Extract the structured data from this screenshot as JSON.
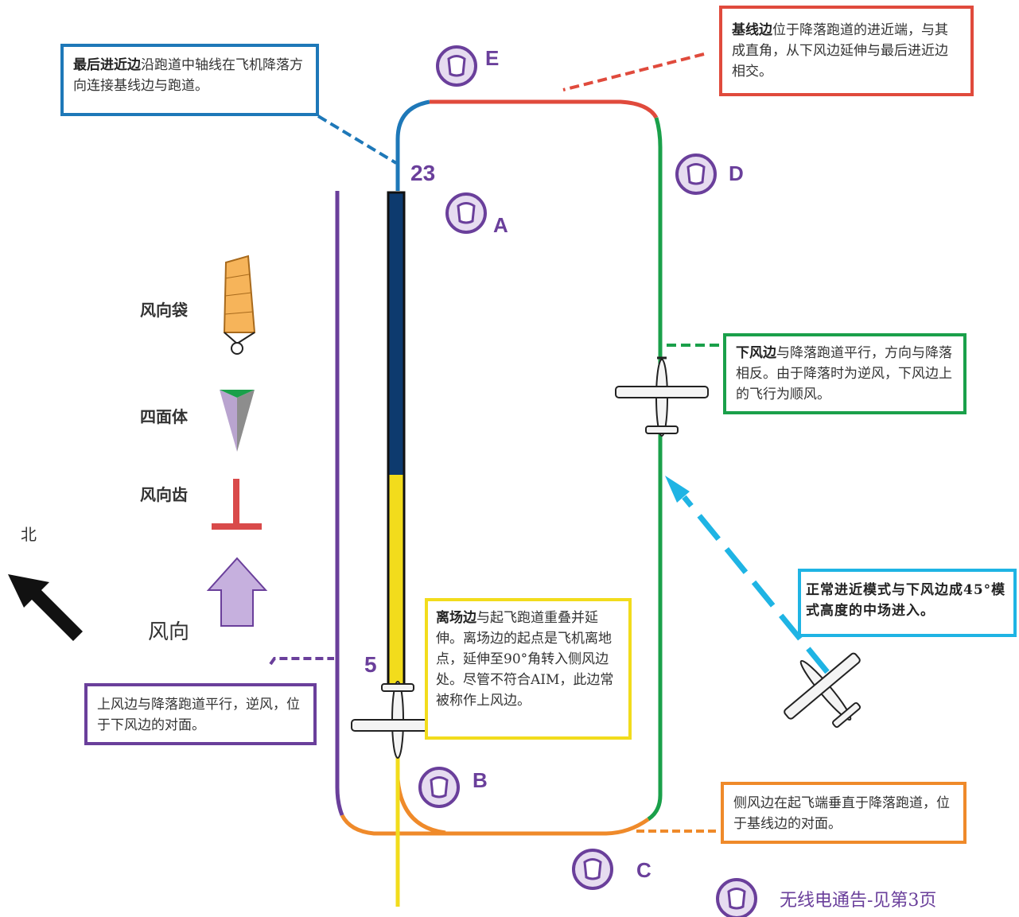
{
  "callouts": {
    "final": {
      "bold": "最后进近边",
      "rest": "沿跑道中轴线在飞机降落方向连接基线边与跑道。"
    },
    "base": {
      "bold": "基线边",
      "rest": "位于降落跑道的进近端，与其成直角，从下风边延伸与最后进近边相交。"
    },
    "downwind": {
      "bold": "下风边",
      "rest": "与降落跑道平行，方向与降落相反。由于降落时为逆风，下风边上的飞行为顺风。"
    },
    "entry": {
      "text": "正常进近模式与下风边成45°模式高度的中场进入。"
    },
    "departure": {
      "bold": "离场边",
      "rest": "与起飞跑道重叠并延伸。离场边的起点是飞机离地点，延伸至90°角转入侧风边处。尽管不符合AIM，此边常被称作上风边。"
    },
    "upwind": {
      "text": "上风边与降落跑道平行，逆风，位于下风边的对面。"
    },
    "crosswind": {
      "text": "侧风边在起飞端垂直于降落跑道，位于基线边的对面。"
    }
  },
  "legend": {
    "windsock": "风向袋",
    "tetrahedron": "四面体",
    "wind_tee": "风向齿",
    "wind_direction": "风向",
    "north": "北"
  },
  "runway": {
    "num_top": "23",
    "num_bottom": "5"
  },
  "markers": {
    "a": "A",
    "b": "B",
    "c": "C",
    "d": "D",
    "e": "E"
  },
  "radio_note": "无线电通告-见第3页",
  "colors": {
    "final": "#1e78b8",
    "base": "#e04a3c",
    "downwind": "#1aa04a",
    "crosswind": "#ef8a2a",
    "departure": "#f2dc1c",
    "upwind": "#6a3f9b",
    "entry": "#1fb4e4",
    "marker": "#6a3f9b"
  }
}
